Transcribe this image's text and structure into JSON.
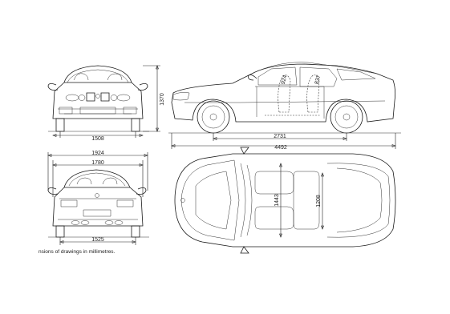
{
  "dimensions": {
    "front_track": "1508",
    "height": "1370",
    "wheelbase": "2731",
    "length": "4492",
    "width_with_mirrors": "1924",
    "width": "1780",
    "rear_track": "1525",
    "interior_width": "1443",
    "interior_length": "1208",
    "side_a": "924",
    "side_b": "837"
  },
  "footer_note": "nsions of drawings in millimetres."
}
